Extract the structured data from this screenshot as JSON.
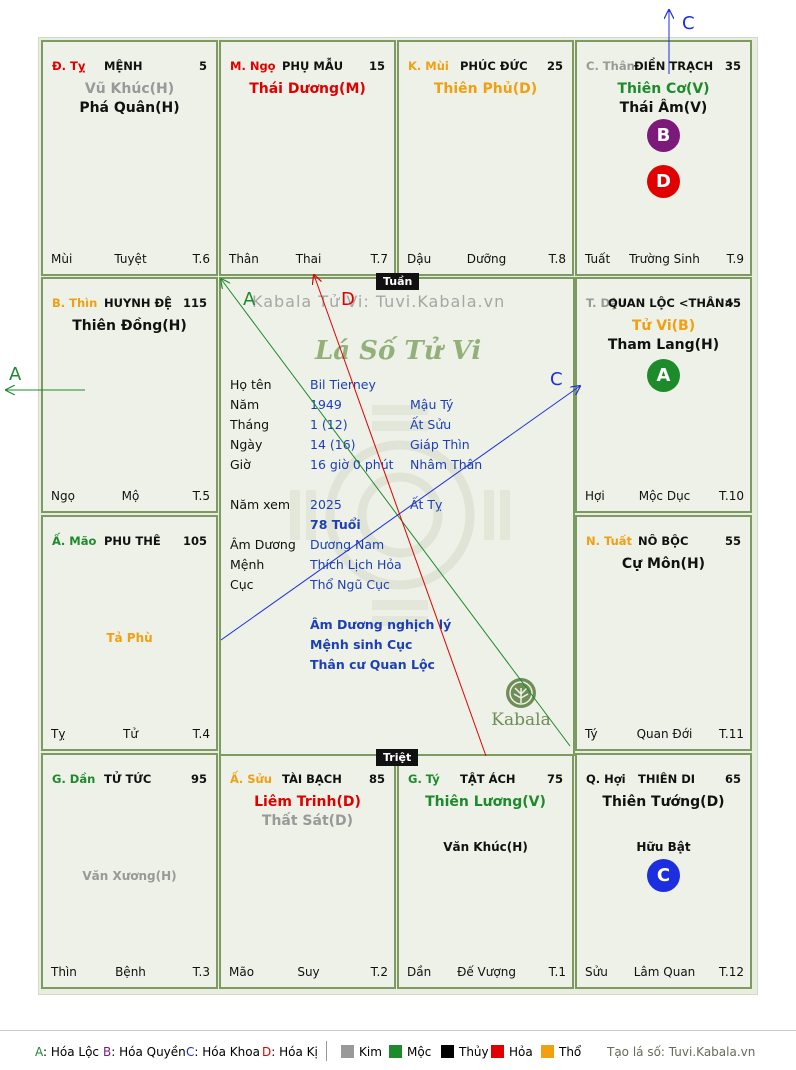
{
  "colors": {
    "kim": "#999999",
    "moc": "#1d8a2c",
    "thuy": "#000000",
    "hoa": "#e00000",
    "tho": "#f0a010",
    "label_gray": "#999999",
    "blue": "#1c3fb8",
    "purple": "#7b1a7b"
  },
  "palaces": [
    {
      "branch": "Đ. Tỵ",
      "branch_color": "#e00000",
      "name": "MỆNH",
      "num": "5",
      "stars": [
        {
          "text": "Vũ Khúc(H)",
          "color": "#999999"
        },
        {
          "text": "Phá Quân(H)",
          "color": "#111111"
        }
      ],
      "minor": [],
      "footer": {
        "left": "Mùi",
        "mid": "Tuyệt",
        "right": "T.6"
      }
    },
    {
      "branch": "M. Ngọ",
      "branch_color": "#e00000",
      "name": "PHỤ MẪU",
      "num": "15",
      "stars": [
        {
          "text": "Thái Dương(M)",
          "color": "#e00000"
        }
      ],
      "minor": [],
      "footer": {
        "left": "Thân",
        "mid": "Thai",
        "right": "T.7"
      }
    },
    {
      "branch": "K. Mùi",
      "branch_color": "#f0a010",
      "name": "PHÚC ĐỨC",
      "num": "25",
      "stars": [
        {
          "text": "Thiên Phủ(D)",
          "color": "#f0a010"
        }
      ],
      "minor": [],
      "footer": {
        "left": "Dậu",
        "mid": "Dưỡng",
        "right": "T.8"
      }
    },
    {
      "branch": "C. Thân",
      "branch_color": "#999999",
      "name": "ĐIỀN TRẠCH",
      "num": "35",
      "stars": [
        {
          "text": "Thiên Cơ(V)",
          "color": "#1d8a2c"
        },
        {
          "text": "Thái Âm(V)",
          "color": "#111111"
        }
      ],
      "minor": [],
      "footer": {
        "left": "Tuất",
        "mid": "Trường Sinh",
        "right": "T.9"
      }
    },
    {
      "branch": "B. Thìn",
      "branch_color": "#f0a010",
      "name": "HUYNH ĐỆ",
      "num": "115",
      "stars": [
        {
          "text": "Thiên Đồng(H)",
          "color": "#111111"
        }
      ],
      "minor": [],
      "footer": {
        "left": "Ngọ",
        "mid": "Mộ",
        "right": "T.5"
      }
    },
    {
      "branch": "T. Dậu",
      "branch_color": "#999999",
      "name": "QUAN LỘC <THÂN>",
      "num": "45",
      "stars": [
        {
          "text": "Tử Vi(B)",
          "color": "#f0a010"
        },
        {
          "text": "Tham Lang(H)",
          "color": "#111111"
        }
      ],
      "minor": [],
      "footer": {
        "left": "Hợi",
        "mid": "Mộc Dục",
        "right": "T.10"
      }
    },
    {
      "branch": "Ấ. Mão",
      "branch_color": "#1d8a2c",
      "name": "PHU THÊ",
      "num": "105",
      "stars": [],
      "minor": [
        {
          "text": "Tả Phù",
          "color": "#f0a010"
        }
      ],
      "footer": {
        "left": "Tỵ",
        "mid": "Tử",
        "right": "T.4"
      }
    },
    {
      "branch": "N. Tuất",
      "branch_color": "#f0a010",
      "name": "NÔ BỘC",
      "num": "55",
      "stars": [
        {
          "text": "Cự Môn(H)",
          "color": "#111111"
        }
      ],
      "minor": [],
      "footer": {
        "left": "Tý",
        "mid": "Quan Đới",
        "right": "T.11"
      }
    },
    {
      "branch": "G. Dần",
      "branch_color": "#1d8a2c",
      "name": "TỬ TỨC",
      "num": "95",
      "stars": [],
      "minor": [
        {
          "text": "Văn Xương(H)",
          "color": "#999999"
        }
      ],
      "footer": {
        "left": "Thìn",
        "mid": "Bệnh",
        "right": "T.3"
      }
    },
    {
      "branch": "Ấ. Sửu",
      "branch_color": "#f0a010",
      "name": "TÀI BẠCH",
      "num": "85",
      "stars": [
        {
          "text": "Liêm Trinh(D)",
          "color": "#e00000"
        },
        {
          "text": "Thất Sát(D)",
          "color": "#999999"
        }
      ],
      "minor": [],
      "footer": {
        "left": "Mão",
        "mid": "Suy",
        "right": "T.2"
      }
    },
    {
      "branch": "G. Tý",
      "branch_color": "#1d8a2c",
      "name": "TẬT ÁCH",
      "num": "75",
      "stars": [
        {
          "text": "Thiên Lương(V)",
          "color": "#1d8a2c"
        }
      ],
      "minor": [
        {
          "text": "Văn Khúc(H)",
          "color": "#111111"
        }
      ],
      "footer": {
        "left": "Dần",
        "mid": "Đế Vượng",
        "right": "T.1"
      }
    },
    {
      "branch": "Q. Hợi",
      "branch_color": "#111111",
      "name": "THIÊN DI",
      "num": "65",
      "stars": [
        {
          "text": "Thiên Tướng(D)",
          "color": "#111111"
        }
      ],
      "minor": [
        {
          "text": "Hữu Bật",
          "color": "#111111"
        }
      ],
      "footer": {
        "left": "Sửu",
        "mid": "Lâm Quan",
        "right": "T.12"
      }
    }
  ],
  "badges": [
    {
      "letter": "B",
      "color": "#7b1a7b"
    },
    {
      "letter": "D",
      "color": "#e00000"
    },
    {
      "letter": "A",
      "color": "#1d8a2c"
    },
    {
      "letter": "C",
      "color": "#1c2ee0"
    }
  ],
  "center": {
    "tuan_label": "Tuần",
    "triet_label": "Triệt",
    "watermark": "Kabala Tử Vi: Tuvi.Kabala.vn",
    "title": "Lá Số Tử Vi",
    "rows": [
      {
        "label": "Họ tên",
        "v1": "Bil Tierney",
        "v2": ""
      },
      {
        "label": "Năm",
        "v1": "1949",
        "v2": "Mậu Tý"
      },
      {
        "label": "Tháng",
        "v1": "1  (12)",
        "v2": "Ất Sửu"
      },
      {
        "label": "Ngày",
        "v1": "14  (16)",
        "v2": "Giáp Thìn"
      },
      {
        "label": "Giờ",
        "v1": "16 giờ 0 phút",
        "v2": "Nhâm Thân"
      }
    ],
    "nam_xem": {
      "label": "Năm xem",
      "v1": "2025",
      "v2": "Ất Tỵ"
    },
    "tuoi": "78 Tuổi",
    "rows2": [
      {
        "label": "Âm Dương",
        "v1": "Dương Nam"
      },
      {
        "label": "Mệnh",
        "v1": "Thích Lịch Hỏa"
      },
      {
        "label": "Cục",
        "v1": "Thổ Ngũ Cục"
      }
    ],
    "notes": [
      "Âm Dương nghịch lý",
      "Mệnh sinh Cục",
      "Thân cư Quan Lộc"
    ],
    "logo_text": "Kabala"
  },
  "arrows": {
    "A": {
      "label": "A",
      "color": "#1d8a2c"
    },
    "C": {
      "label": "C",
      "color": "#1c2ee0"
    },
    "D": {
      "label": "D",
      "color": "#e00000"
    }
  },
  "legend": {
    "hoa": [
      {
        "key": "A",
        "text": ": Hóa Lộc",
        "color": "#1d8a2c"
      },
      {
        "key": "B",
        "text": ": Hóa Quyền",
        "color": "#7b1a7b"
      },
      {
        "key": "C",
        "text": ": Hóa Khoa",
        "color": "#1c2ee0"
      },
      {
        "key": "D",
        "text": ": Hóa Kị",
        "color": "#e00000"
      }
    ],
    "elements": [
      {
        "text": "Kim",
        "color": "#999999"
      },
      {
        "text": "Mộc",
        "color": "#1d8a2c"
      },
      {
        "text": "Thủy",
        "color": "#000000"
      },
      {
        "text": "Hỏa",
        "color": "#e00000"
      },
      {
        "text": "Thổ",
        "color": "#f0a010"
      }
    ],
    "site": "Tạo lá số: Tuvi.Kabala.vn"
  }
}
